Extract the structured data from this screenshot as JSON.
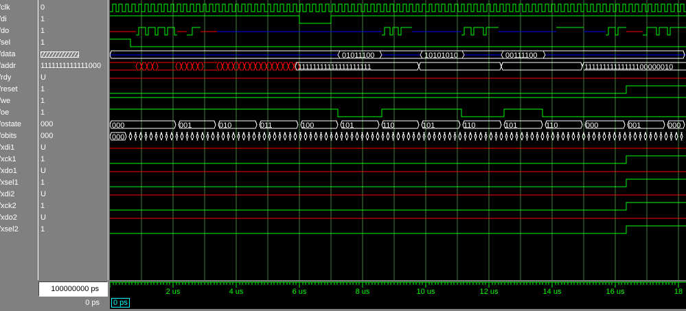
{
  "window": {
    "now_time": "100000000 ps",
    "cursor_time": "0 ps",
    "cursor_label": "0 ps"
  },
  "colors": {
    "high": "#00ff00",
    "undef": "#ff0000",
    "bus": "#ffffff",
    "hiz": "#0000ff",
    "grid": "#408040",
    "timeline": "#00ff00",
    "cursor": "#00ffff"
  },
  "signals": [
    {
      "name": "/clk",
      "value": "0"
    },
    {
      "name": "/di",
      "value": "1"
    },
    {
      "name": "/do",
      "value": "1"
    },
    {
      "name": "/sel",
      "value": "1"
    },
    {
      "name": "/data",
      "value": ""
    },
    {
      "name": "/addr",
      "value": "1111111111111000"
    },
    {
      "name": "/rdy",
      "value": "U"
    },
    {
      "name": "/reset",
      "value": "1"
    },
    {
      "name": "/we",
      "value": "1"
    },
    {
      "name": "/oe",
      "value": "1"
    },
    {
      "name": "/ostate",
      "value": "000"
    },
    {
      "name": "/obits",
      "value": "000"
    },
    {
      "name": "/xdi1",
      "value": "U"
    },
    {
      "name": "/xck1",
      "value": "1"
    },
    {
      "name": "/xdo1",
      "value": "U"
    },
    {
      "name": "/xsel1",
      "value": "1"
    },
    {
      "name": "/xdi2",
      "value": "U"
    },
    {
      "name": "/xck2",
      "value": "1"
    },
    {
      "name": "/xdo2",
      "value": "U"
    },
    {
      "name": "/xsel2",
      "value": "1"
    }
  ],
  "bus_labels": {
    "data": [
      "01011100",
      "10101010",
      "00111100"
    ],
    "addr": [
      "11111111111111111111",
      "11111111111111100000010"
    ],
    "ostate": [
      "000",
      "001",
      "010",
      "011",
      "100",
      "101",
      "110",
      "101",
      "110",
      "101",
      "110",
      "000",
      "001",
      "000"
    ],
    "obits": [
      "000"
    ]
  },
  "timeline": {
    "ticks": [
      "2 us",
      "4 us",
      "6 us",
      "8 us",
      "10 us",
      "12 us",
      "14 us",
      "16 us",
      "18"
    ]
  }
}
